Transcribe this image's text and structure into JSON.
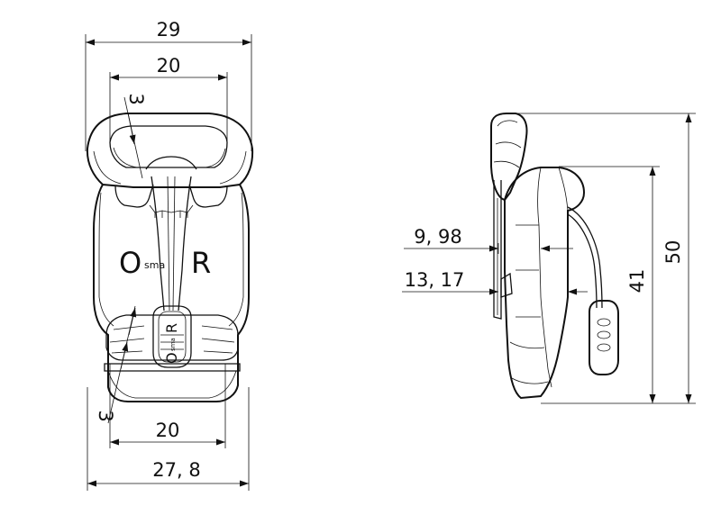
{
  "front_view": {
    "dim_overall_width_top": "29",
    "dim_strap_width_top": "20",
    "dim_strap_width_bottom": "20",
    "dim_overall_width_bottom": "27, 8",
    "dim_bar_thickness_top": "3",
    "dim_bar_thickness_bottom": "3",
    "logo_main": {
      "o": "O",
      "mid": "sma",
      "r": "R"
    },
    "logo_release": {
      "o": "O",
      "mid": "sma",
      "r": "R"
    }
  },
  "side_view": {
    "dim_a": "9, 98",
    "dim_b": "13, 17",
    "dim_inner_height": "41",
    "dim_total_height": "50"
  }
}
